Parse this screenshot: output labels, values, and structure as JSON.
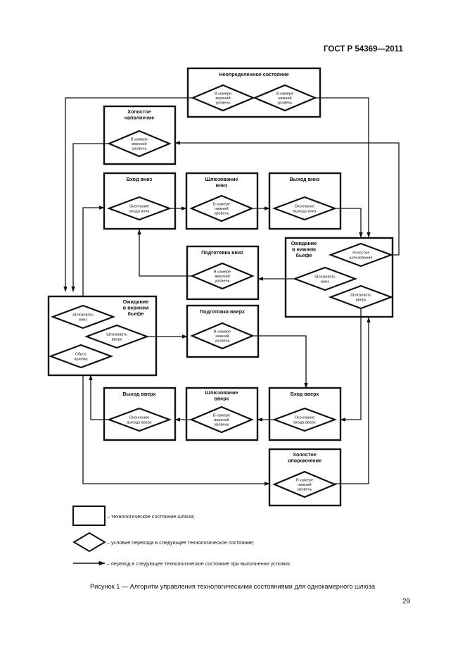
{
  "header": {
    "doc_code": "ГОСТ Р 54369—2011"
  },
  "states": {
    "undefined": {
      "title": [
        "Неопределенное состояние"
      ]
    },
    "idle_fill": {
      "title": [
        "Холостое",
        "наполнение"
      ]
    },
    "entry_down": {
      "title": [
        "Вход вниз"
      ]
    },
    "lock_down": {
      "title": [
        "Шлюзование",
        "вниз"
      ]
    },
    "exit_down": {
      "title": [
        "Выход вниз"
      ]
    },
    "wait_lower": {
      "title": [
        "Ожидание",
        "в нижнем",
        "бьефе"
      ]
    },
    "prep_down": {
      "title": [
        "Подготовка вниз"
      ]
    },
    "wait_upper": {
      "title": [
        "Ожидание",
        "в верхнем",
        "бьефе"
      ]
    },
    "prep_up": {
      "title": [
        "Подготовка вверх"
      ]
    },
    "exit_up": {
      "title": [
        "Выход вверх"
      ]
    },
    "lock_up": {
      "title": [
        "Шлюзование",
        "вверх"
      ]
    },
    "entry_up": {
      "title": [
        "Вход вверх"
      ]
    },
    "idle_empty": {
      "title": [
        "Холостое",
        "опорожнение"
      ]
    }
  },
  "conditions": {
    "und_upper": [
      "В камере",
      "верхний",
      "уровень"
    ],
    "und_lower": [
      "В камере",
      "нижний",
      "уровень"
    ],
    "fill_upper": [
      "В камере",
      "верхний",
      "уровень"
    ],
    "entry_down_end": [
      "Окончание",
      "входа вниз"
    ],
    "lockdown_lower": [
      "В камере",
      "нижний",
      "уровень"
    ],
    "exit_down_end": [
      "Окончание",
      "выхода вниз"
    ],
    "wl_idle": [
      "Холостое",
      "шлюзование"
    ],
    "wl_lockdown": [
      "Шлюзовать",
      "вниз"
    ],
    "wl_lockup": [
      "Шлюзовать",
      "вверх"
    ],
    "prepdown_upper": [
      "В камере",
      "верхний",
      "уровень"
    ],
    "wu_lockdown": [
      "Шлюзовать",
      "вниз"
    ],
    "wu_lockup": [
      "Шлюзовать",
      "вверх"
    ],
    "wu_reset": [
      "Сброс",
      "приема"
    ],
    "prepup_lower": [
      "В камере",
      "нижний",
      "уровень"
    ],
    "exitup_end": [
      "Окончание",
      "выхода вверх"
    ],
    "lockup_upper": [
      "В камере",
      "верхний",
      "уровень"
    ],
    "entryup_end": [
      "Окончание",
      "входа вверх"
    ],
    "empty_lower": [
      "В камере",
      "нижний",
      "уровень"
    ]
  },
  "legend": {
    "state": "– технологическое состояние шлюза;",
    "condition": "– условие перехода в следующее технологическое состояние;",
    "transition": "– переход в следующее технологическое состояние при выполнении условия"
  },
  "caption": "Рисунок  1 — Алгоритм управления технологическими состояниями для однокамерного шлюза",
  "page_number": "29"
}
